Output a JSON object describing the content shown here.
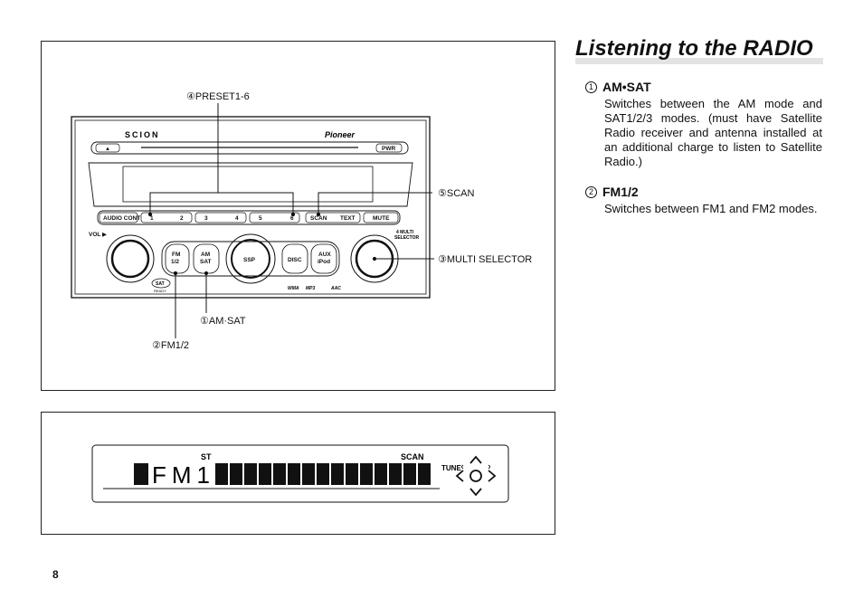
{
  "page": {
    "title": "Listening to the RADIO",
    "number": "8"
  },
  "items": [
    {
      "num": "1",
      "heading": "AM•SAT",
      "description": "Switches between the AM mode and SAT1/2/3 modes. (must have Satellite Radio receiver and antenna installed at an additional charge to listen to Satellite Radio.)"
    },
    {
      "num": "2",
      "heading": "FM1/2",
      "description": "Switches between FM1 and FM2 modes."
    }
  ],
  "figure1": {
    "callouts": {
      "preset": "④PRESET1-6",
      "scan": "⑤SCAN",
      "multi_selector": "③MULTI SELECTOR",
      "am_sat": "①AM·SAT",
      "fm12": "②FM1/2"
    },
    "unit": {
      "brand_left": "SCION",
      "brand_right": "Pioneer",
      "eject": "▲",
      "pwr": "PWR",
      "audio_cont": "AUDIO CONT",
      "presets": [
        "1",
        "2",
        "3",
        "4",
        "5",
        "6"
      ],
      "scan": "SCAN",
      "text": "TEXT",
      "mute": "MUTE",
      "vol": "VOL ▶",
      "fm": "FM",
      "fm_sub": "1/2",
      "am": "AM",
      "am_sub": "SAT",
      "ssp": "SSP",
      "disc": "DISC",
      "aux": "AUX",
      "aux_sub": "iPod",
      "multi_1": "4 MULTI",
      "multi_2": "SELECTOR",
      "sat_logo": "SAT",
      "sat_logo_sub": "READY",
      "formats": [
        "WMA",
        "MP3",
        "AAC"
      ]
    }
  },
  "figure2": {
    "display": {
      "main_text": "FM1",
      "st": "ST",
      "scan": "SCAN",
      "tune": "TUNE"
    }
  }
}
